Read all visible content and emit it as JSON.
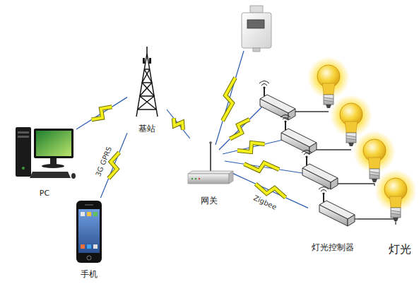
{
  "diagram": {
    "nodes": [
      {
        "text": [
          "PC"
        ]
      },
      {
        "text": [
          "手机"
        ]
      },
      {
        "text": [
          "基站"
        ]
      },
      {
        "text": [
          "网关"
        ]
      },
      {
        "text": [
          "灯光控制器"
        ]
      },
      {
        "text": [
          "灯光"
        ]
      }
    ],
    "edges": [
      {
        "from": 0,
        "to": 2,
        "arrow": "none"
      },
      {
        "from": 1,
        "to": 2,
        "arrow": "none",
        "label": "3G GPRS"
      },
      {
        "from": 2,
        "to": 3,
        "arrow": "none"
      },
      {
        "from": 3,
        "to": 4,
        "arrow": "none",
        "label": "Zigbee"
      },
      {
        "from": 4,
        "to": 5,
        "arrow": "none"
      }
    ]
  }
}
